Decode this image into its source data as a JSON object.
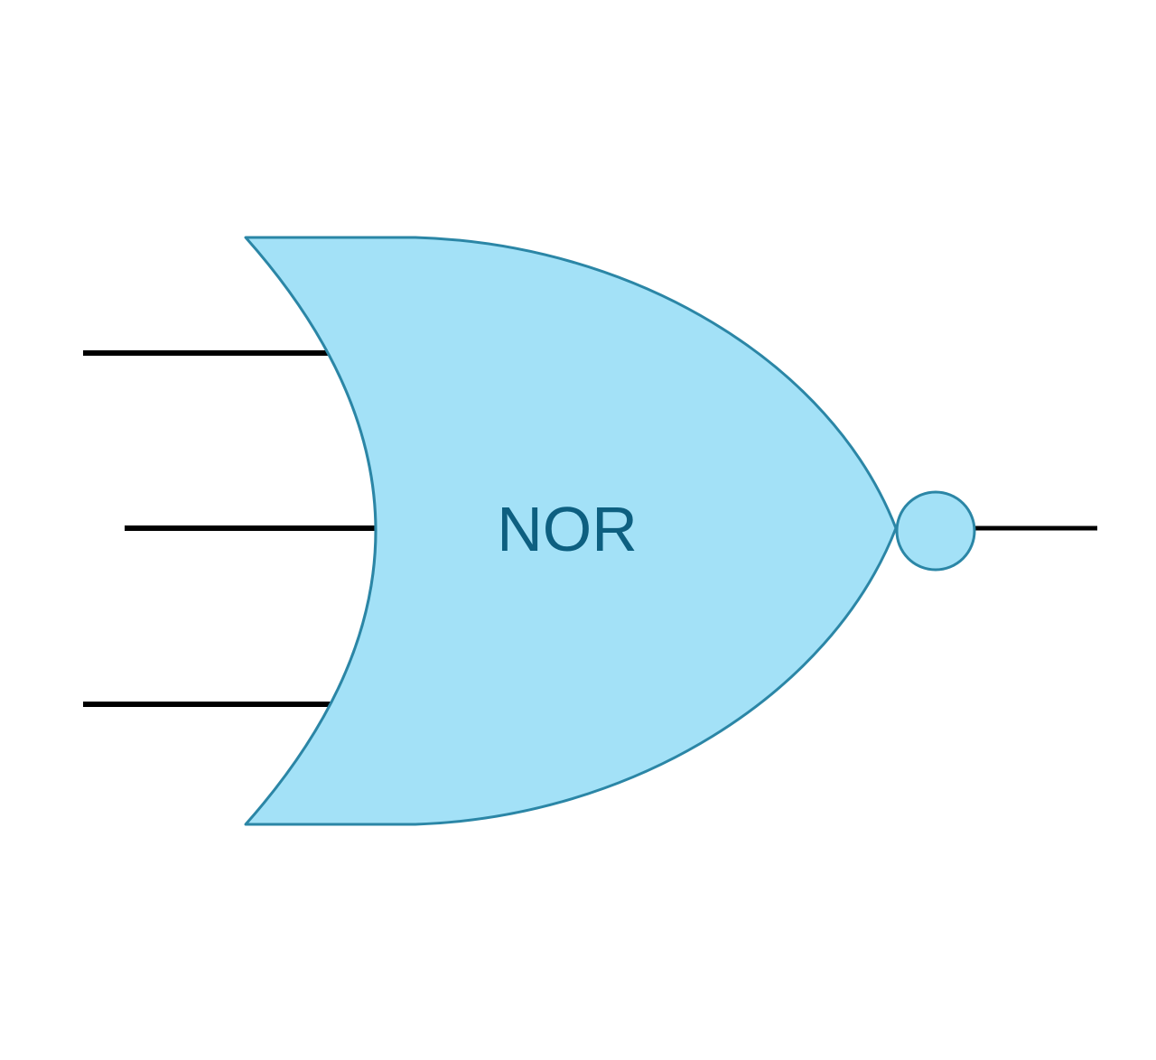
{
  "gate": {
    "label": "NOR",
    "input_count": 3,
    "output_count": 1,
    "inverted_output": true
  },
  "colors": {
    "gate_fill": "#a3e1f7",
    "gate_stroke": "#2b86a6",
    "label_text": "#0d5f80",
    "wire": "#000000"
  }
}
